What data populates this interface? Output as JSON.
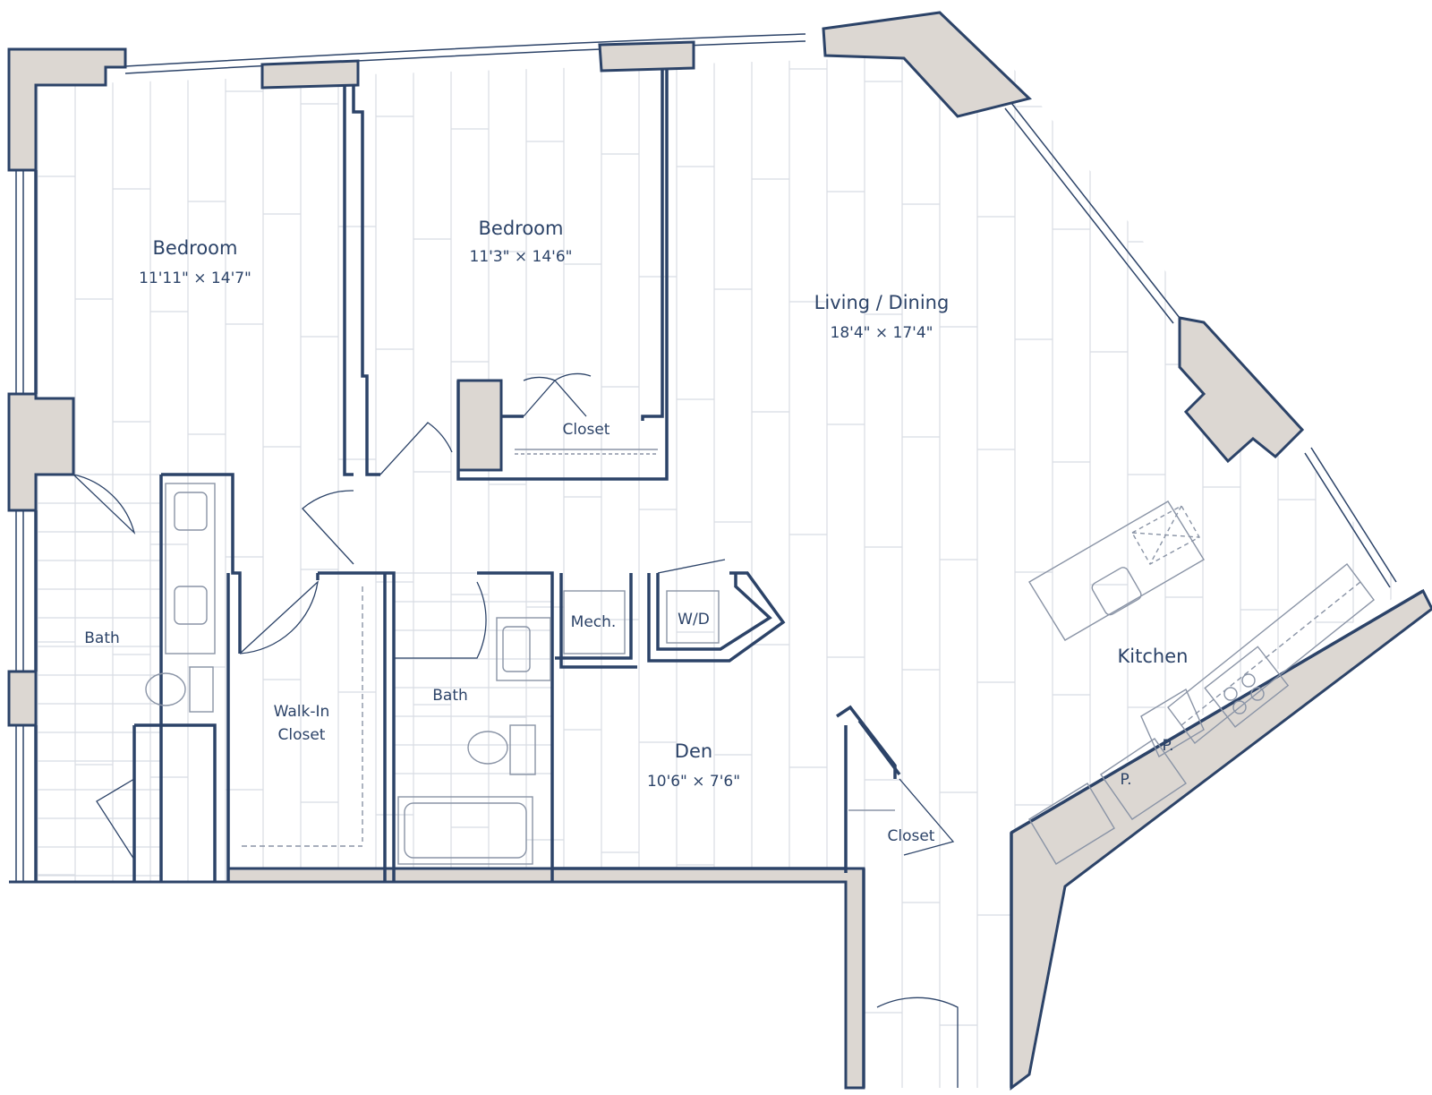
{
  "colors": {
    "wall_stroke": "#2c4368",
    "wall_fill": "#dcd7d2",
    "floor_line": "#d8dce3",
    "fixture": "#8a94a6",
    "text": "#2c4368",
    "background": "#ffffff"
  },
  "rooms": {
    "bedroom_left": {
      "name": "Bedroom",
      "dims": "11'11\" × 14'7\""
    },
    "bedroom_center": {
      "name": "Bedroom",
      "dims": "11'3\" × 14'6\""
    },
    "living_dining": {
      "name": "Living / Dining",
      "dims": "18'4\" × 17'4\""
    },
    "bath_left": {
      "name": "Bath"
    },
    "bath_center": {
      "name": "Bath"
    },
    "walk_in_closet": {
      "line1": "Walk-In",
      "line2": "Closet"
    },
    "closet_bedroom": {
      "name": "Closet"
    },
    "closet_entry": {
      "name": "Closet"
    },
    "mech": {
      "name": "Mech."
    },
    "washer_dryer": {
      "name": "W/D"
    },
    "den": {
      "name": "Den",
      "dims": "10'6\" × 7'6\""
    },
    "kitchen": {
      "name": "Kitchen"
    },
    "pantry_1": {
      "name": "P."
    },
    "pantry_2": {
      "name": "P."
    }
  }
}
